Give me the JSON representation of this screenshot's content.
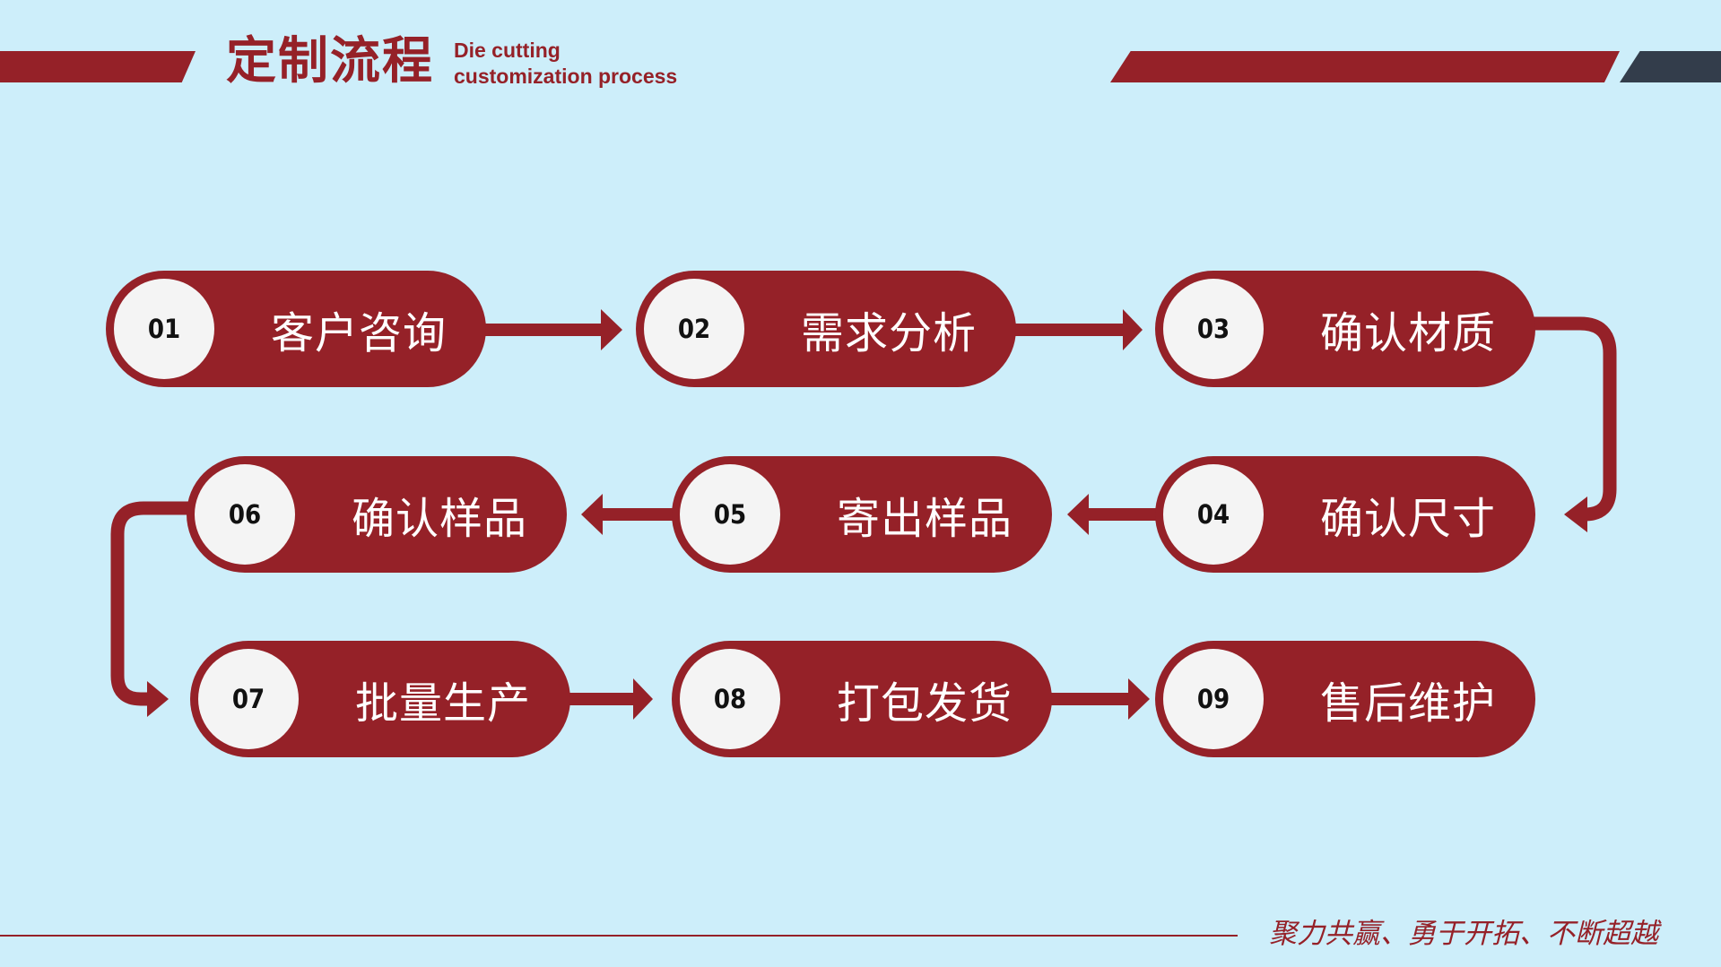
{
  "header": {
    "title_zh": "定制流程",
    "title_en_line1": "Die cutting",
    "title_en_line2": "customization process"
  },
  "steps": [
    {
      "num": "01",
      "label": "客户咨询"
    },
    {
      "num": "02",
      "label": "需求分析"
    },
    {
      "num": "03",
      "label": "确认材质"
    },
    {
      "num": "04",
      "label": "确认尺寸"
    },
    {
      "num": "05",
      "label": "寄出样品"
    },
    {
      "num": "06",
      "label": "确认样品"
    },
    {
      "num": "07",
      "label": "批量生产"
    },
    {
      "num": "08",
      "label": "打包发货"
    },
    {
      "num": "09",
      "label": "售后维护"
    }
  ],
  "footer": {
    "slogan": "聚力共赢、勇于开拓、不断超越"
  },
  "colors": {
    "accent": "#952128",
    "dark": "#333d4b",
    "background": "#cdeefa"
  }
}
